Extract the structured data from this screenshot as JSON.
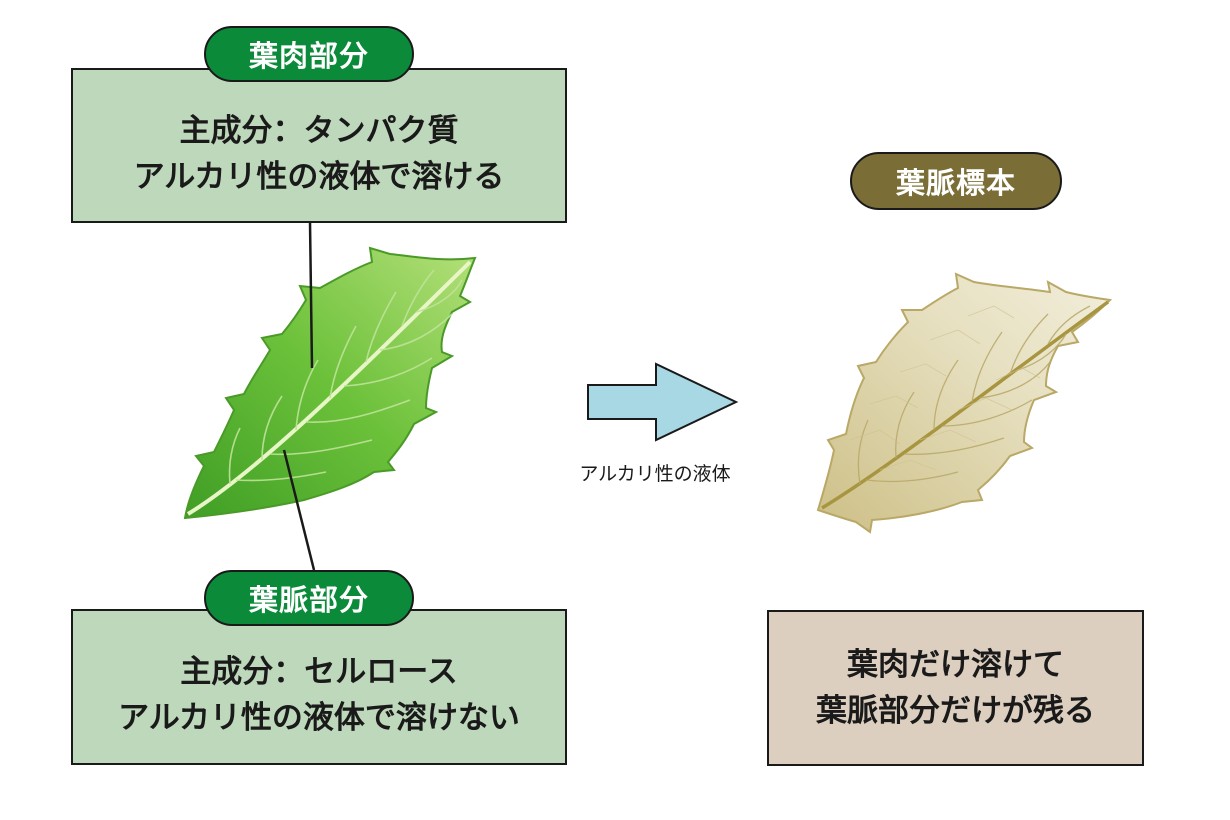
{
  "colors": {
    "green_pill": "#0b8a3a",
    "green_box": "#bed8bb",
    "olive_pill": "#7a6d36",
    "tan_box": "#dccfbf",
    "arrow": "#a7d8e4",
    "leaf_green": "#5cb531",
    "leaf_skeleton": "#d9cfa2"
  },
  "icons": {
    "green_leaf": "leaf-icon",
    "skeleton_leaf": "skeleton-leaf-icon",
    "arrow": "arrow-right-icon"
  },
  "mesophyll": {
    "label": "葉肉部分",
    "line1": "主成分：タンパク質",
    "line2": "アルカリ性の液体で溶ける"
  },
  "vein": {
    "label": "葉脈部分",
    "line1": "主成分：セルロース",
    "line2": "アルカリ性の液体で溶けない"
  },
  "process": {
    "arrow_label": "アルカリ性の液体"
  },
  "specimen": {
    "label": "葉脈標本",
    "line1": "葉肉だけ溶けて",
    "line2": "葉脈部分だけが残る"
  }
}
